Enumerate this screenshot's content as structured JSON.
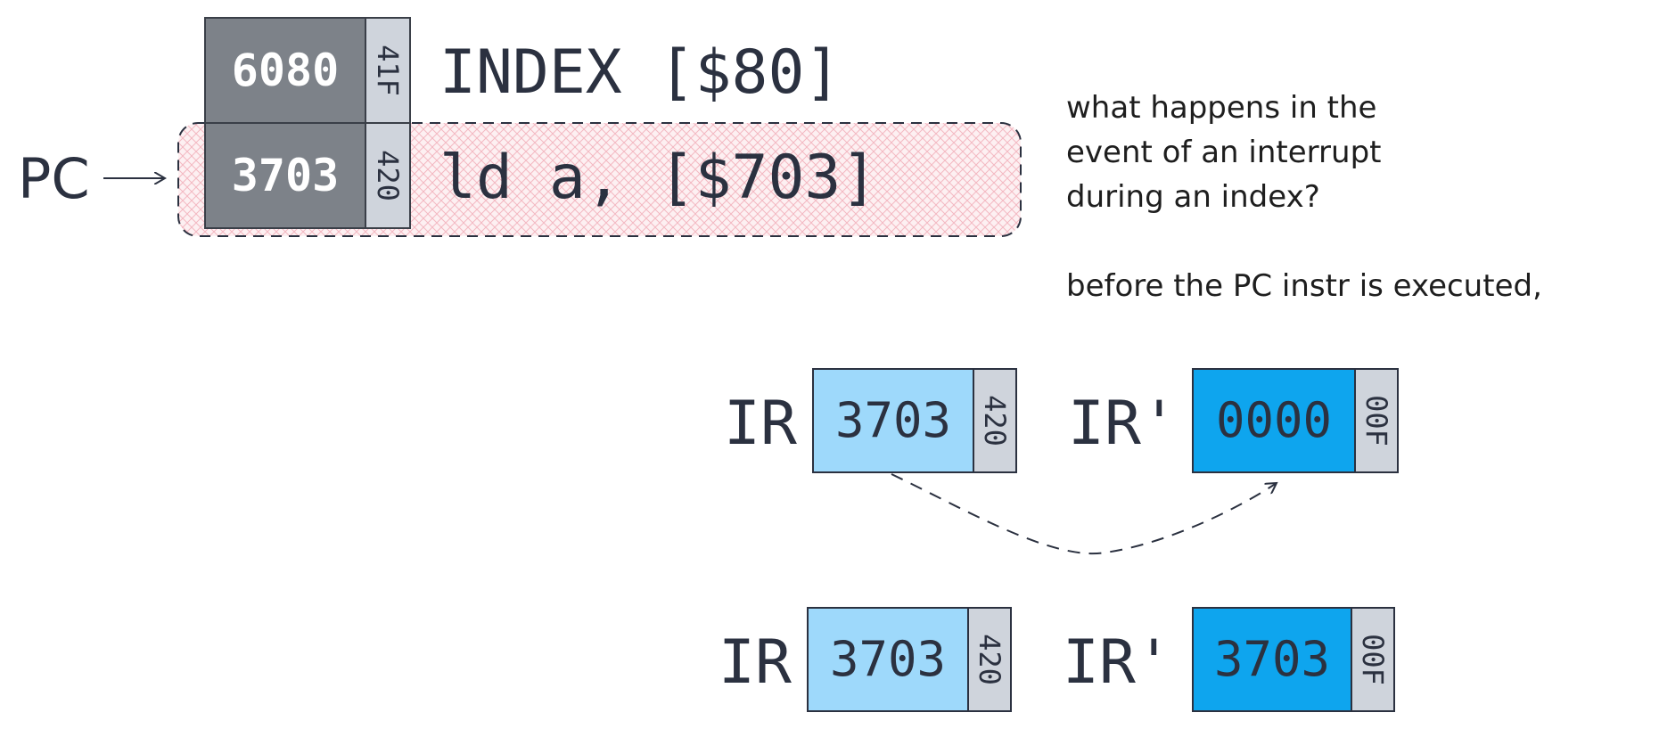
{
  "memory": {
    "rows": [
      {
        "value": "6080",
        "address": "41F",
        "instruction": "INDEX [$80]"
      },
      {
        "value": "3703",
        "address": "420",
        "instruction": "ld a, [$703]"
      }
    ],
    "pc_label": "PC"
  },
  "notes": {
    "question_lines": [
      "what happens in the",
      "event of an interrupt",
      "during an index?"
    ],
    "before_line": "before the PC instr is executed,"
  },
  "registers": {
    "before": {
      "ir": {
        "label": "IR",
        "value": "3703",
        "tag": "420"
      },
      "ir_prime": {
        "label": "IR'",
        "value": "0000",
        "tag": "00F"
      }
    },
    "after": {
      "ir": {
        "label": "IR",
        "value": "3703",
        "tag": "420"
      },
      "ir_prime": {
        "label": "IR'",
        "value": "3703",
        "tag": "00F"
      }
    }
  },
  "colors": {
    "memory_cell": "#7d8289",
    "tag_cell": "#cfd4dc",
    "highlight": "#f7c7cf",
    "ir_light": "#9ed9fb",
    "ir_dark": "#0ea5ee",
    "ink": "#2b3140"
  }
}
